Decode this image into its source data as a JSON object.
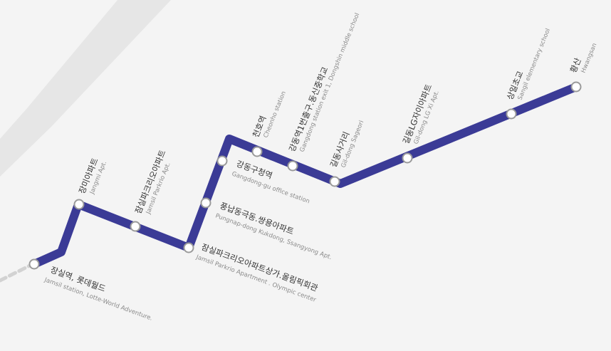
{
  "colors": {
    "background": "#f4f4f4",
    "road": "#e6e6e6",
    "route_line": "#3b3b96",
    "stop_fill": "#ffffff",
    "stop_stroke": "#9a9a9a",
    "dashed_extension": "#d2d2d2",
    "label_korean": "#333333",
    "label_english": "#8a8a8a"
  },
  "stops": [
    {
      "ko": "장실역, 롯데월드",
      "en": "Jamsil station, Lotte-World Adventure."
    },
    {
      "ko": "장미아파트",
      "en": "Jangmi Apt."
    },
    {
      "ko": "잠실파크리오아파트",
      "en": "Jamsil Parkrio Apt."
    },
    {
      "ko": "잠실파크리오아파트상가.올림픽회관",
      "en": "Jamsil Parkrio Apartment . Olympic center"
    },
    {
      "ko": "풍납동극동.쌍용아파트",
      "en": "Pungnap-dong Kukdong, Ssangyong Apt."
    },
    {
      "ko": "강동구청역",
      "en": "Gangdong-gu office station"
    },
    {
      "ko": "천호역",
      "en": "Cheonho station"
    },
    {
      "ko": "강동역1번출구.동신중학교",
      "en": "Gangdong station exit 1, Dongshin middle school"
    },
    {
      "ko": "길동사거리",
      "en": "Gil-dong Sageori"
    },
    {
      "ko": "길동LG자이아파트",
      "en": "Gil-dong LG Xi Apt."
    },
    {
      "ko": "상일초교",
      "en": "Sangil elementary school"
    },
    {
      "ko": "황산",
      "en": "Hwangsan"
    }
  ]
}
